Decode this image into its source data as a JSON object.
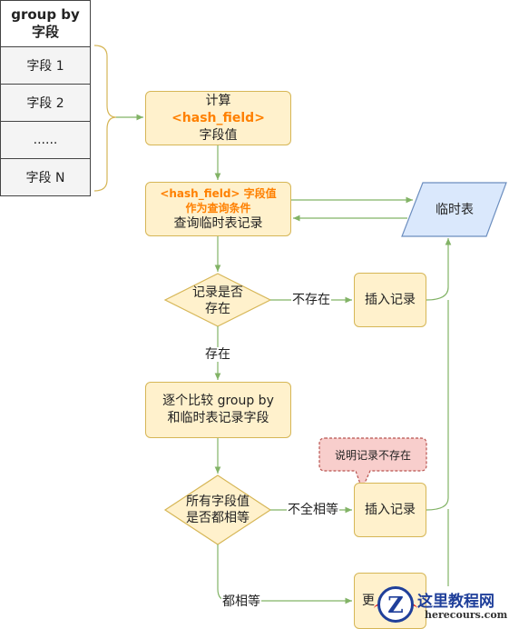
{
  "field_table": {
    "header_line1": "group by",
    "header_line2": "字段",
    "rows": [
      "字段 1",
      "字段 2",
      "......",
      "字段 N"
    ]
  },
  "nodes": {
    "compute": {
      "line1": "计算",
      "line2": "<hash_field>",
      "line3": "字段值"
    },
    "query": {
      "line1": "<hash_field> 字段值",
      "line2": "作为查询条件",
      "line3": "查询临时表记录"
    },
    "temp_table": "临时表",
    "exists_decision": {
      "line1": "记录是否",
      "line2": "存在"
    },
    "insert1": "插入记录",
    "compare": {
      "line1": "逐个比较 group by",
      "line2": "和临时表记录字段"
    },
    "equal_decision": {
      "line1": "所有字段值",
      "line2": "是否都相等"
    },
    "insert2": "插入记录",
    "update": "更"
  },
  "edge_labels": {
    "not_exists": "不存在",
    "exists": "存在",
    "not_all_equal": "不全相等",
    "all_equal": "都相等"
  },
  "callout": "说明记录不存在",
  "watermark": {
    "title": "这里教程网",
    "url": "herecours.com",
    "logo_letter": "Z"
  },
  "colors": {
    "node_fill": "#fff1cc",
    "node_stroke": "#d6b656",
    "edge": "#82b366",
    "highlight": "#ff8000",
    "temp_fill": "#dae8fc",
    "temp_stroke": "#6c8ebf",
    "callout_fill": "#f8cecc",
    "callout_stroke": "#b85450"
  }
}
